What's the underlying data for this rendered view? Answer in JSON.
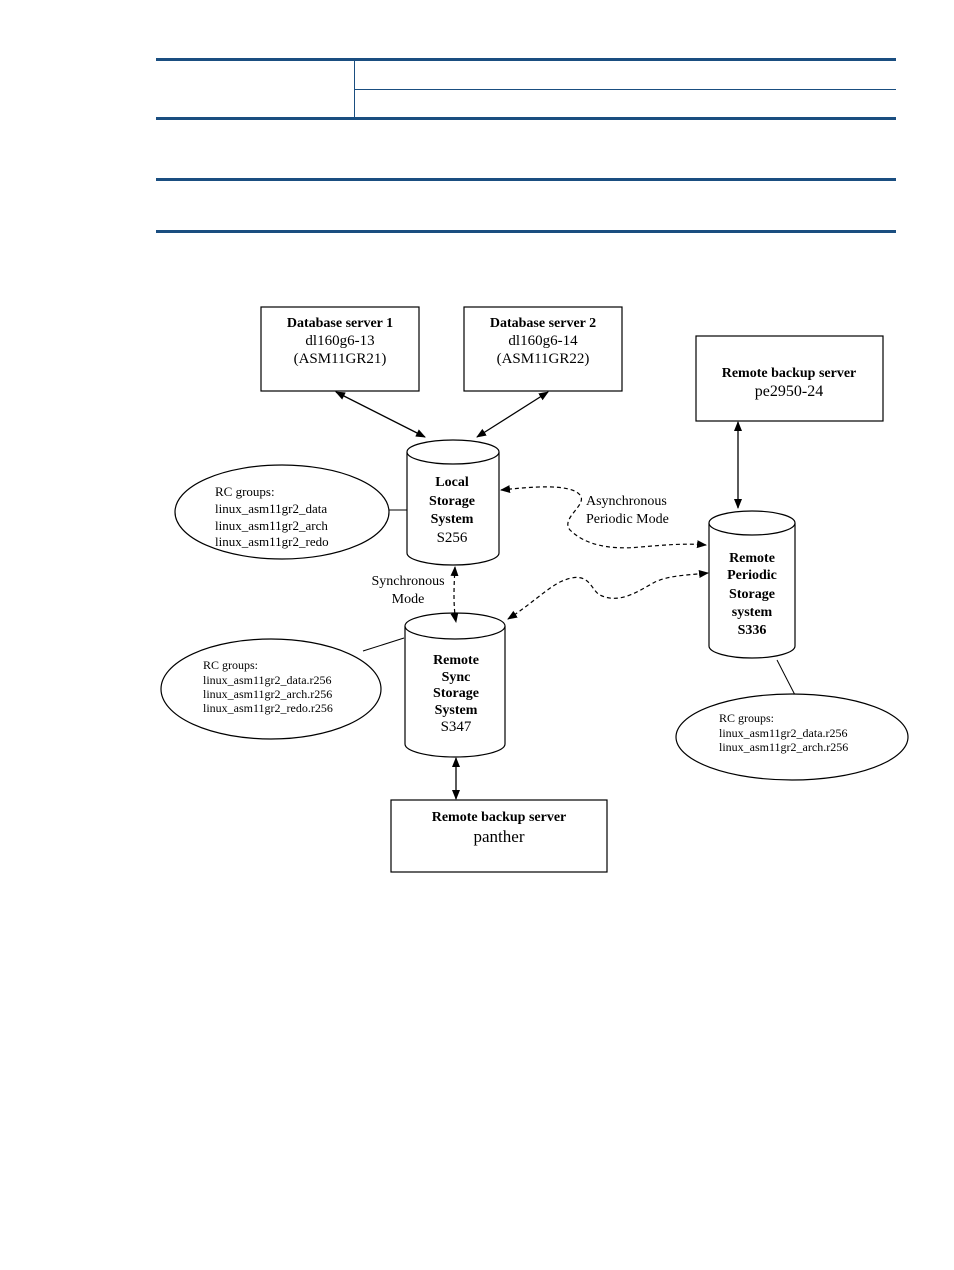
{
  "table_top": {
    "cells": [
      "",
      "",
      ""
    ]
  },
  "table_note": {
    "text": ""
  },
  "diagram": {
    "db_server_1": {
      "title": "Database server 1",
      "host": "dl160g6-13",
      "instance": "(ASM11GR21)"
    },
    "db_server_2": {
      "title": "Database server 2",
      "host": "dl160g6-14",
      "instance": "(ASM11GR22)"
    },
    "remote_backup_1": {
      "title": "Remote backup server",
      "host": "pe2950-24"
    },
    "remote_backup_2": {
      "title": "Remote backup server",
      "host": "panther"
    },
    "local_storage": {
      "lines": [
        "Local",
        "Storage",
        "System"
      ],
      "id": "S256"
    },
    "remote_sync_storage": {
      "lines": [
        "Remote",
        "Sync",
        "Storage",
        "System"
      ],
      "id": "S347"
    },
    "remote_periodic_storage": {
      "lines": [
        "Remote",
        "Periodic",
        "Storage",
        "system",
        "S336"
      ]
    },
    "rc_local": {
      "title": "RC groups:",
      "items": [
        "linux_asm11gr2_data",
        "linux_asm11gr2_arch",
        "linux_asm11gr2_redo"
      ]
    },
    "rc_sync": {
      "title": "RC groups:",
      "items": [
        "linux_asm11gr2_data.r256",
        "linux_asm11gr2_arch.r256",
        "linux_asm11gr2_redo.r256"
      ]
    },
    "rc_periodic": {
      "title": "RC groups:",
      "items": [
        "linux_asm11gr2_data.r256",
        "linux_asm11gr2_arch.r256"
      ]
    },
    "label_async": [
      "Asynchronous",
      "Periodic Mode"
    ],
    "label_sync": [
      "Synchronous",
      "Mode"
    ]
  }
}
